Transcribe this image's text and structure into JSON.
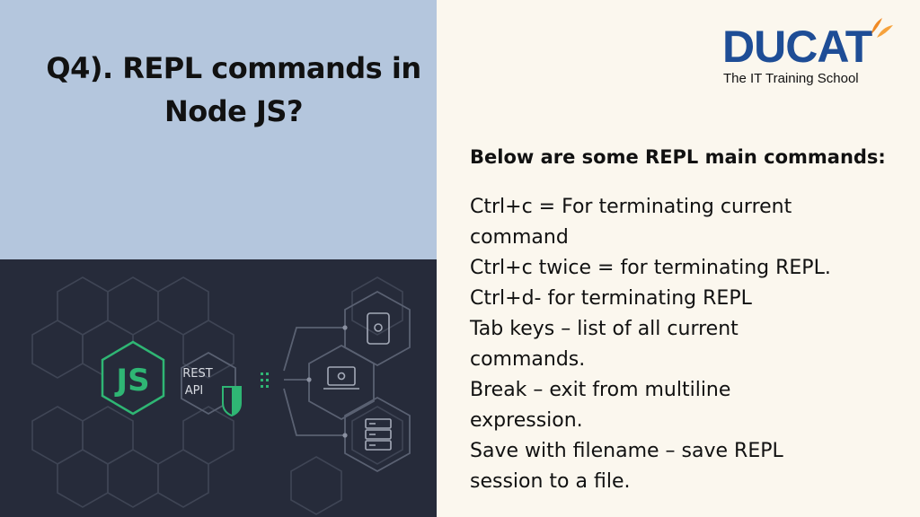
{
  "slide": {
    "title_line1": "Q4). REPL commands in",
    "title_line2": "Node JS?",
    "logo": {
      "brand": "DUCAT",
      "tagline": "The IT Training School",
      "brand_color": "#1e4d96",
      "leaf_color": "#f08a24"
    },
    "heading": "Below are some REPL main commands:",
    "lines": [
      "Ctrl+c = For terminating current",
      "command",
      "Ctrl+c twice = for terminating REPL.",
      "Ctrl+d- for terminating REPL",
      "Tab keys – list of all current",
      "commands.",
      "Break – exit from multiline",
      "expression.",
      "Save with filename – save REPL",
      "session to a file."
    ],
    "illustration": {
      "js_label": "JS",
      "api_line1": "REST",
      "api_line2": "API",
      "icons": [
        "tablet-icon",
        "laptop-icon",
        "server-icon"
      ],
      "accent": "#2fb674"
    },
    "colors": {
      "left_top_bg": "#b4c6dd",
      "left_bottom_bg": "#262b3a",
      "right_bg": "#fbf7ee"
    }
  }
}
